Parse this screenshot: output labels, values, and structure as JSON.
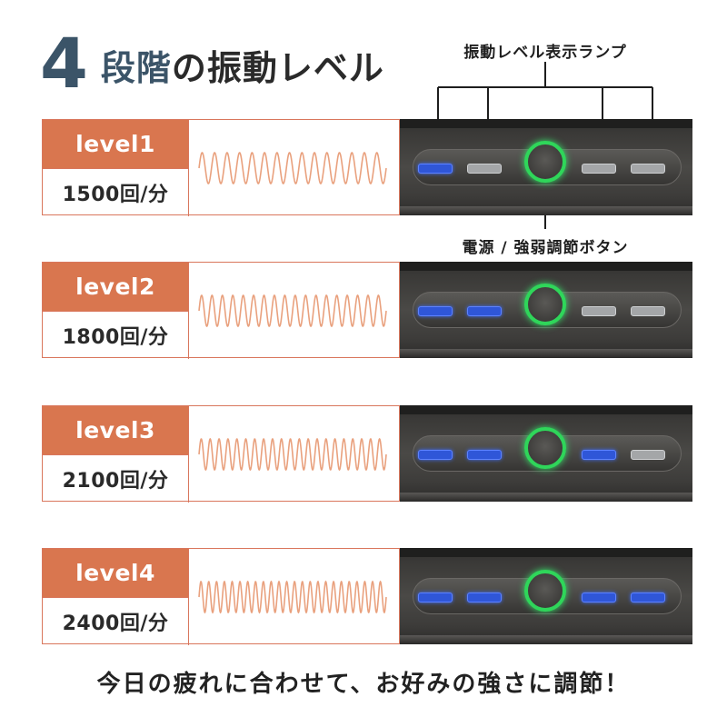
{
  "header": {
    "title_number": "4",
    "title_accent": "段階",
    "title_rest": "の振動レベル"
  },
  "annotations": {
    "lamp_label": "振動レベル表示ランプ",
    "button_label": "電源 / 強弱調節ボタン"
  },
  "levels": [
    {
      "label": "level1",
      "rate": "1500回/分",
      "active_lamps": 1,
      "wave_cycles": 15
    },
    {
      "label": "level2",
      "rate": "1800回/分",
      "active_lamps": 2,
      "wave_cycles": 18
    },
    {
      "label": "level3",
      "rate": "2100回/分",
      "active_lamps": 3,
      "wave_cycles": 21
    },
    {
      "label": "level4",
      "rate": "2400回/分",
      "active_lamps": 4,
      "wave_cycles": 24
    }
  ],
  "footer": {
    "text": "今日の疲れに合わせて、お好みの強さに調節！"
  },
  "colors": {
    "accent": "#d9764f",
    "title": "#3b5468",
    "wave": "#e9a17e",
    "lamp_on": "#2f56d8",
    "lamp_off": "#a4a6a8",
    "ring": "#2fd65a"
  }
}
